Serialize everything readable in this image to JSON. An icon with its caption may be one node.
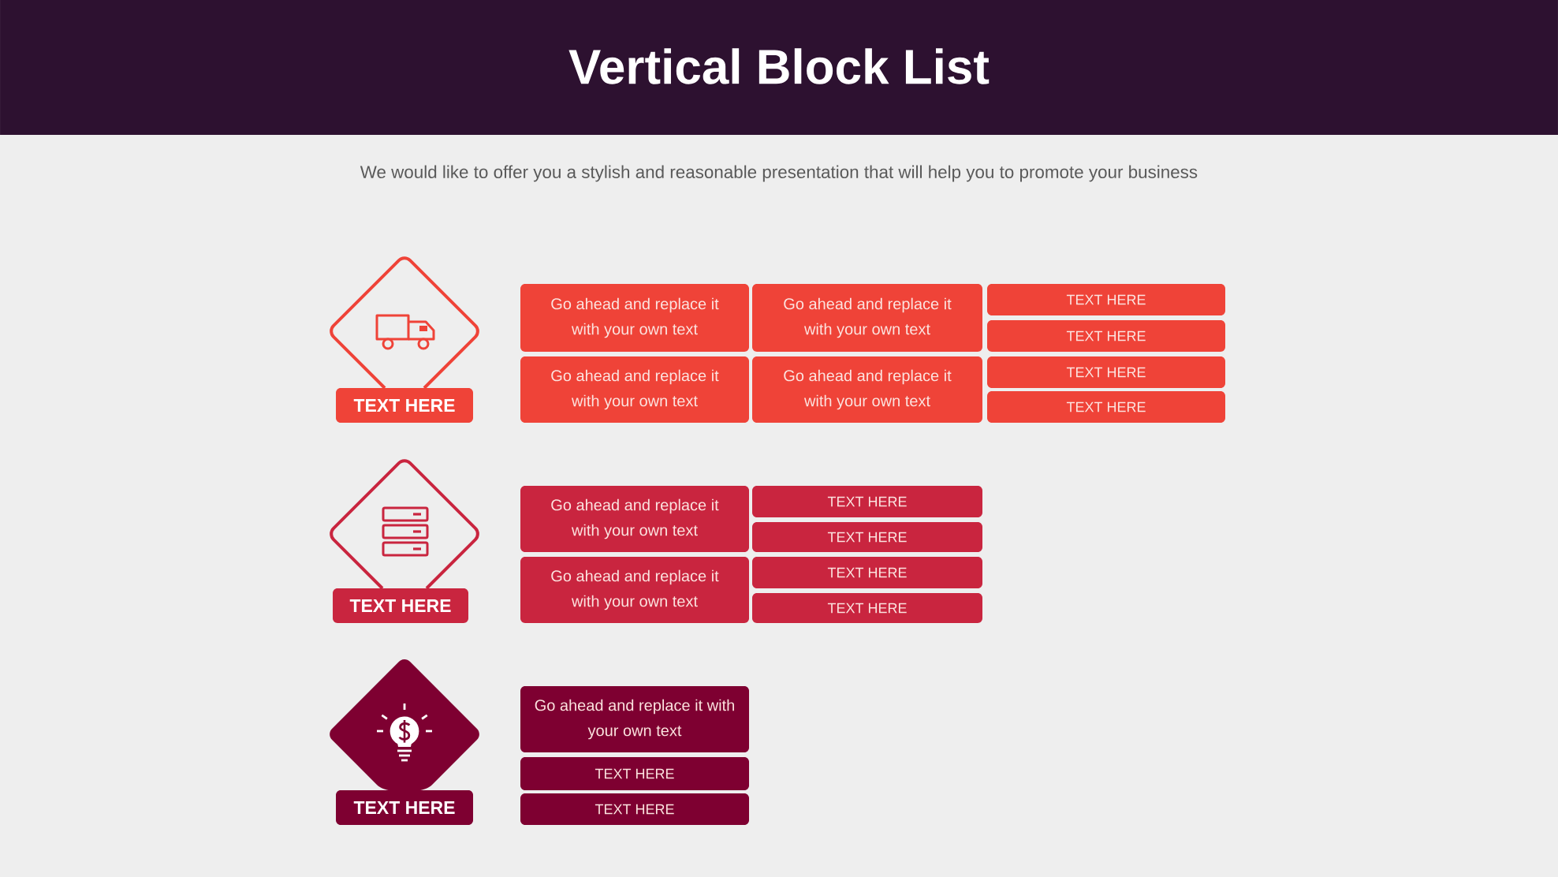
{
  "diagram": {
    "title": "Vertical Block List",
    "nodes": [
      {
        "text": [],
        "shape": "diamond"
      },
      {
        "text": [
          "TEXT HERE"
        ]
      },
      {
        "text": [
          "Go ahead and replace it with your own text"
        ]
      },
      {
        "text": [
          "Go ahead and replace it with your own text"
        ]
      },
      {
        "text": [
          "TEXT HERE"
        ]
      },
      {
        "text": [
          "TEXT HERE"
        ]
      },
      {
        "text": [
          "Go ahead and replace it with your own text"
        ]
      },
      {
        "text": [
          "Go ahead and replace it with your own text"
        ]
      },
      {
        "text": [
          "TEXT HERE"
        ]
      },
      {
        "text": [
          "TEXT HERE"
        ]
      },
      {
        "text": [],
        "shape": "diamond"
      },
      {
        "text": [
          "TEXT HERE"
        ]
      },
      {
        "text": [
          "Go ahead and replace it with your own text"
        ]
      },
      {
        "text": [
          "TEXT HERE"
        ]
      },
      {
        "text": [
          "TEXT HERE"
        ]
      },
      {
        "text": [
          "Go ahead and replace it with your own text"
        ]
      },
      {
        "text": [
          "TEXT HERE"
        ]
      },
      {
        "text": [
          "TEXT HERE"
        ]
      },
      {
        "text": [],
        "shape": "diamond"
      },
      {
        "text": [
          "TEXT HERE"
        ]
      },
      {
        "text": [
          "Go ahead and replace it with your own text"
        ]
      },
      {
        "text": [
          "TEXT HERE"
        ]
      },
      {
        "text": [
          "TEXT HERE"
        ]
      }
    ],
    "labels": [
      "We would like to offer you a stylish and reasonable presentation that will help you to promote your business"
    ]
  }
}
